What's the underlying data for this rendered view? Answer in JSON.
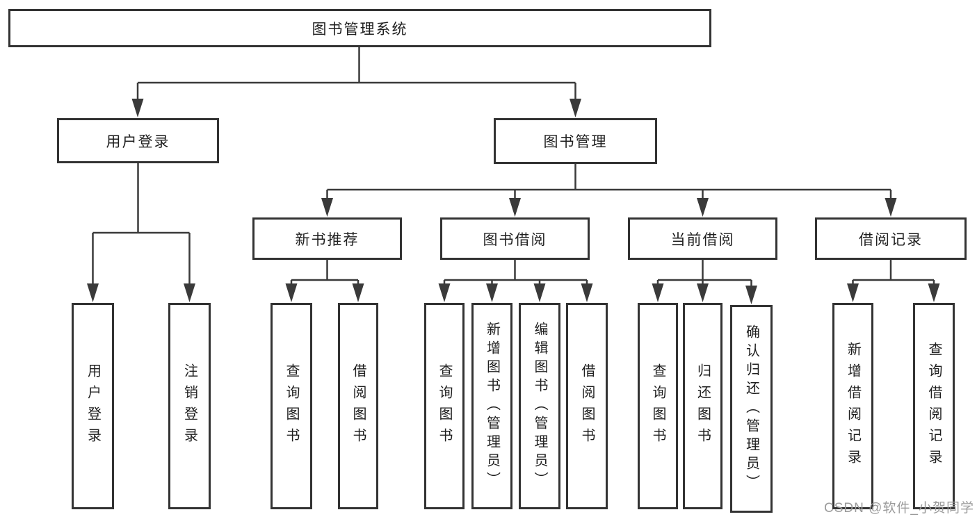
{
  "diagram": {
    "tree": {
      "label": "图书管理系统",
      "children": [
        {
          "label": "用户登录",
          "children": [
            {
              "label": "用户登录"
            },
            {
              "label": "注销登录"
            }
          ]
        },
        {
          "label": "图书管理",
          "children": [
            {
              "label": "新书推荐",
              "children": [
                {
                  "label": "查询图书"
                },
                {
                  "label": "借阅图书"
                }
              ]
            },
            {
              "label": "图书借阅",
              "children": [
                {
                  "label": "查询图书"
                },
                {
                  "label": "新增图书（管理员）"
                },
                {
                  "label": "编辑图书（管理员）"
                },
                {
                  "label": "借阅图书"
                }
              ]
            },
            {
              "label": "当前借阅",
              "children": [
                {
                  "label": "查询图书"
                },
                {
                  "label": "归还图书"
                },
                {
                  "label": "确认归还（管理员）"
                }
              ]
            },
            {
              "label": "借阅记录",
              "children": [
                {
                  "label": "新增借阅记录"
                },
                {
                  "label": "查询借阅记录"
                }
              ]
            }
          ]
        }
      ]
    },
    "colors": {
      "line": "#3a3a3a",
      "box_border": "#333333",
      "text": "#1f1f1f",
      "watermark": "#9b9b9b",
      "background": "#ffffff"
    }
  },
  "watermark": {
    "text": "CSDN @软件_小贺同学"
  }
}
